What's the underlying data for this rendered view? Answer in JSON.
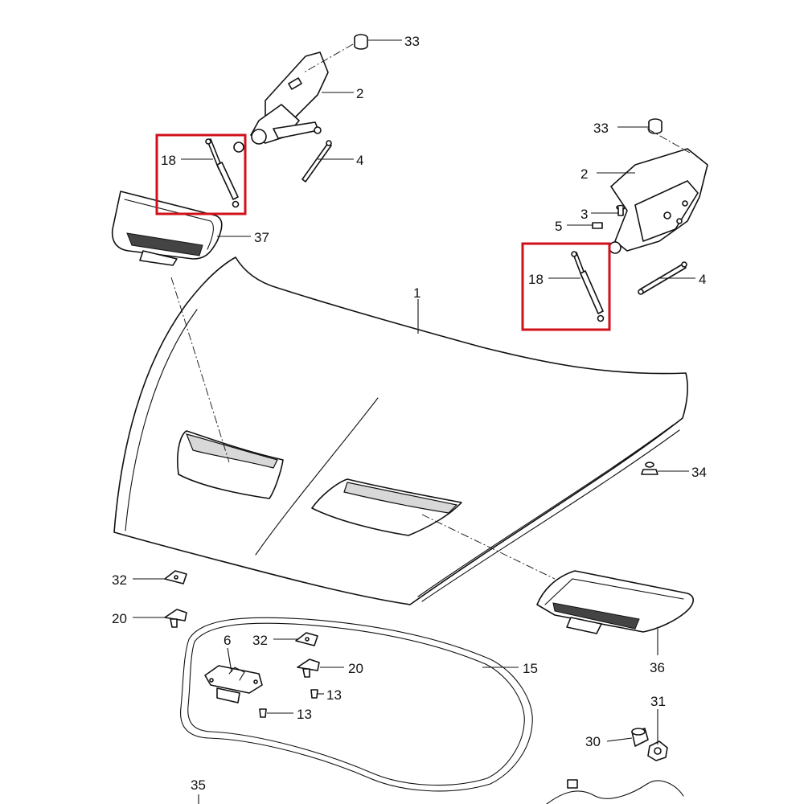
{
  "callouts": {
    "c1": "1",
    "c2_left": "2",
    "c2_right": "2",
    "c3": "3",
    "c4_left": "4",
    "c4_right": "4",
    "c5": "5",
    "c6": "6",
    "c13_a": "13",
    "c13_b": "13",
    "c15": "15",
    "c18_left": "18",
    "c18_right": "18",
    "c20_a": "20",
    "c20_b": "20",
    "c30": "30",
    "c31": "31",
    "c32_a": "32",
    "c32_b": "32",
    "c33_left": "33",
    "c33_right": "33",
    "c34": "34",
    "c35": "35",
    "c36": "36",
    "c37": "37"
  },
  "colors": {
    "line": "#111111",
    "highlight": "#d0111b",
    "background": "#ffffff"
  }
}
